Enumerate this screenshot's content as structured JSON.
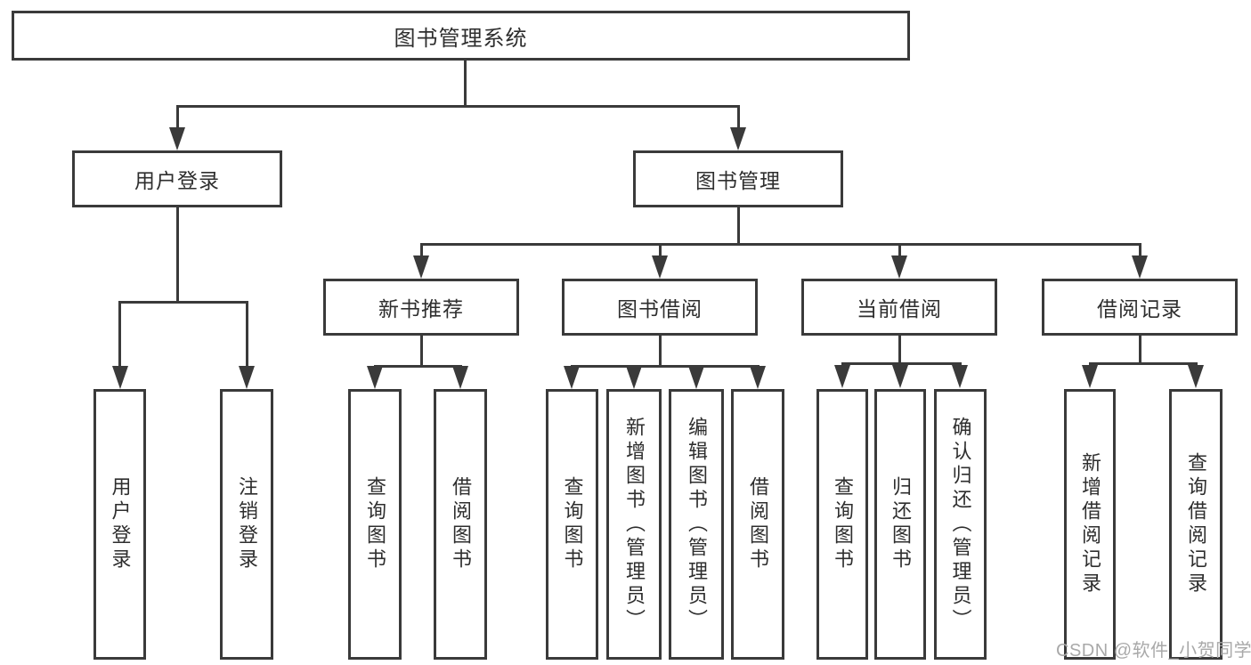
{
  "diagram": {
    "title": "图书管理系统",
    "root": {
      "label": "图书管理系统"
    },
    "level2": {
      "user_login": {
        "label": "用户登录"
      },
      "book_mgmt": {
        "label": "图书管理"
      }
    },
    "level3": {
      "new_book_rec": {
        "label": "新书推荐"
      },
      "book_borrow": {
        "label": "图书借阅"
      },
      "current_borrow": {
        "label": "当前借阅"
      },
      "borrow_records": {
        "label": "借阅记录"
      }
    },
    "leaves": {
      "user_login_1": {
        "label": "用户登录"
      },
      "user_login_2": {
        "label": "注销登录"
      },
      "new_book_1": {
        "label": "查询图书"
      },
      "new_book_2": {
        "label": "借阅图书"
      },
      "borrow_1": {
        "label": "查询图书"
      },
      "borrow_2": {
        "label": "新增图书（管理员）"
      },
      "borrow_3": {
        "label": "编辑图书（管理员）"
      },
      "borrow_4": {
        "label": "借阅图书"
      },
      "current_1": {
        "label": "查询图书"
      },
      "current_2": {
        "label": "归还图书"
      },
      "current_3": {
        "label": "确认归还（管理员）"
      },
      "records_1": {
        "label": "新增借阅记录"
      },
      "records_2": {
        "label": "查询借阅记录"
      }
    }
  },
  "watermark": {
    "text": "CSDN @软件_小贺同学"
  },
  "colors": {
    "line": "#3a3a3a",
    "text": "#2e2e2e",
    "watermark": "#a9a9a9",
    "background": "#ffffff"
  }
}
